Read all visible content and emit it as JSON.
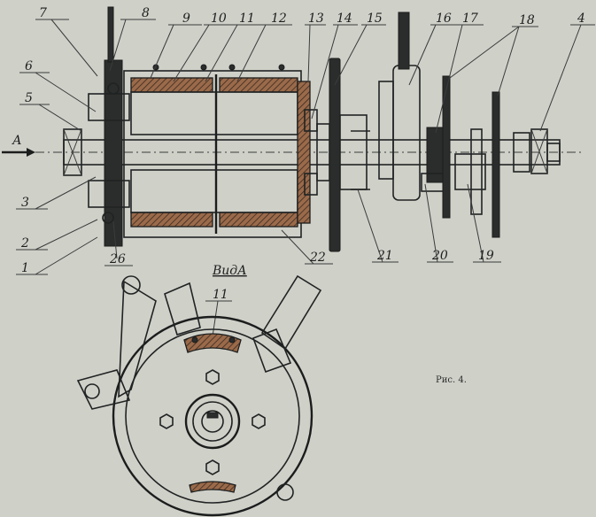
{
  "view_label": "ВидА",
  "arrow_label": "А",
  "figure_caption": "Рис. 4.",
  "callouts_top": [
    "7",
    "8",
    "9",
    "10",
    "11",
    "12",
    "13",
    "14",
    "15",
    "16",
    "17",
    "18",
    "4"
  ],
  "callouts_left": [
    "6",
    "5",
    "3",
    "2",
    "1"
  ],
  "callouts_bottom": [
    "26",
    "22",
    "21",
    "20",
    "19"
  ],
  "view_callout": "11"
}
